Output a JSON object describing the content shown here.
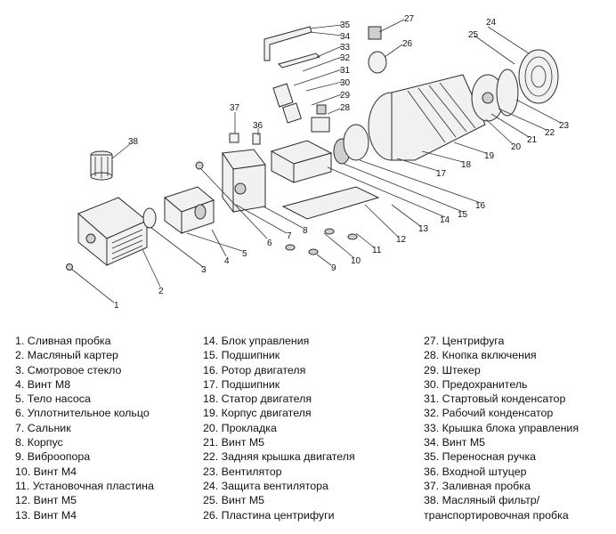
{
  "legend": {
    "columns": [
      [
        "1. Сливная пробка",
        "2. Масляный картер",
        "3. Смотровое стекло",
        "4. Винт М8",
        "5. Тело насоса",
        "6. Уплотнительное кольцо",
        "7. Сальник",
        "8. Корпус",
        "9. Виброопора",
        "10. Винт М4",
        "11. Установочная пластина",
        "12. Винт М5",
        "13. Винт М4"
      ],
      [
        "14. Блок управления",
        "15. Подшипник",
        "16. Ротор двигателя",
        "17. Подшипник",
        "18. Статор двигателя",
        "19. Корпус двигателя",
        "20. Прокладка",
        "21. Винт М5",
        "22. Задняя крышка двигателя",
        "23. Вентилятор",
        "24. Защита вентилятора",
        "25. Винт М5",
        "26. Пластина центрифуги"
      ],
      [
        "27. Центрифуга",
        "28. Кнопка включения",
        "29. Штекер",
        "30. Предохранитель",
        "31. Стартовый конденсатор",
        "32. Рабочий конденсатор",
        "33. Крышка блока управления",
        "34. Винт М5",
        "35. Переносная ручка",
        "36. Входной штуцер",
        "37. Заливная пробка",
        "38. Масляный фильтр/",
        "транспортировочная пробка"
      ]
    ]
  },
  "callouts": [
    "1",
    "2",
    "3",
    "4",
    "5",
    "6",
    "7",
    "8",
    "9",
    "10",
    "11",
    "12",
    "13",
    "14",
    "15",
    "16",
    "17",
    "18",
    "19",
    "20",
    "21",
    "22",
    "23",
    "24",
    "25",
    "26",
    "27",
    "28",
    "29",
    "30",
    "31",
    "32",
    "33",
    "34",
    "35",
    "36",
    "37",
    "38"
  ],
  "colors": {
    "line": "#2b2b2b",
    "fill": "#f1f1f1",
    "shade": "#cfcfcf"
  }
}
